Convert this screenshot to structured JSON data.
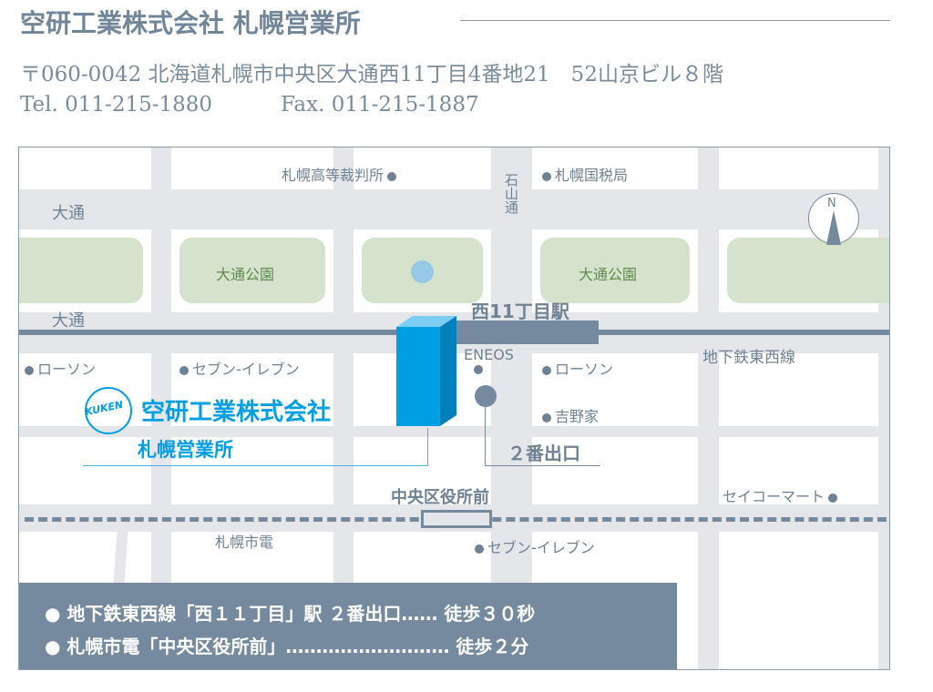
{
  "header": {
    "title": "空研工業株式会社 札幌営業所",
    "address": "〒060-0042 北海道札幌市中央区大通西11丁目4番地21　52山京ビル８階",
    "tel": "Tel. 011-215-1880",
    "fax": "Fax. 011-215-1887"
  },
  "map": {
    "streets": {
      "odori_north": "大通",
      "odori_south": "大通",
      "ishiyama": "石山通"
    },
    "parks": [
      "大通公園",
      "大通公園"
    ],
    "landmarks": {
      "court": "札幌高等裁判所",
      "tax": "札幌国税局",
      "lawson1": "ローソン",
      "seven1": "セブン-イレブン",
      "eneos": "ENEOS",
      "lawson2": "ローソン",
      "yoshinoya": "吉野家",
      "seicomart": "セイコーマート",
      "seven2": "セブン-イレブン"
    },
    "station": "西11丁目駅",
    "subway_line": "地下鉄東西線",
    "exit": "２番出口",
    "tram_station": "中央区役所前",
    "tram_line": "札幌市電",
    "compass": "N",
    "company": {
      "logo": "KUKEN",
      "name": "空研工業株式会社",
      "branch": "札幌営業所"
    }
  },
  "directions": [
    "地下鉄東西線「西１１丁目」駅 ２番出口…… 徒歩３０秒",
    "札幌市電「中央区役所前」……………………… 徒歩２分"
  ],
  "colors": {
    "brand": "#009fe3",
    "line": "#758a9e",
    "park": "#d5e2cc",
    "road": "#e4e6ea"
  }
}
